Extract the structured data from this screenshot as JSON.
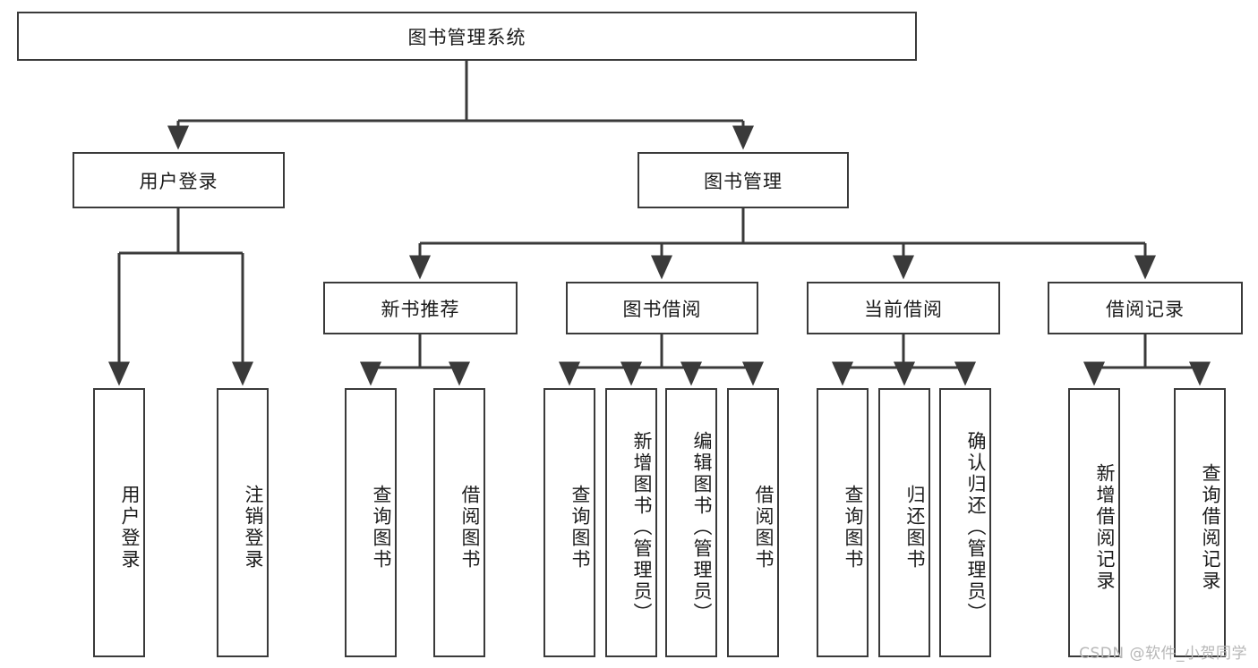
{
  "diagram": {
    "title": "图书管理系统",
    "type": "hierarchy-tree",
    "watermark": "CSDN @软件_小贺同学",
    "colors": {
      "box_border": "#3a3a3a",
      "box_fill": "#ffffff",
      "connector": "#3a3a3a",
      "text": "#1b1b1b",
      "watermark": "#b7b7b7"
    },
    "root": {
      "label": "图书管理系统"
    },
    "level2": [
      {
        "label": "用户登录"
      },
      {
        "label": "图书管理"
      }
    ],
    "level3": [
      {
        "label": "新书推荐"
      },
      {
        "label": "图书借阅"
      },
      {
        "label": "当前借阅"
      },
      {
        "label": "借阅记录"
      }
    ],
    "leaves": {
      "user_login": [
        {
          "label": "用户登录"
        },
        {
          "label": "注销登录"
        }
      ],
      "new_book": [
        {
          "label": "查询图书"
        },
        {
          "label": "借阅图书"
        }
      ],
      "book_borrow": [
        {
          "label": "查询图书"
        },
        {
          "label": "新增图书（管理员）"
        },
        {
          "label": "编辑图书（管理员）"
        },
        {
          "label": "借阅图书"
        }
      ],
      "current_borrow": [
        {
          "label": "查询图书"
        },
        {
          "label": "归还图书"
        },
        {
          "label": "确认归还（管理员）"
        }
      ],
      "borrow_record": [
        {
          "label": "新增借阅记录"
        },
        {
          "label": "查询借阅记录"
        }
      ]
    }
  }
}
